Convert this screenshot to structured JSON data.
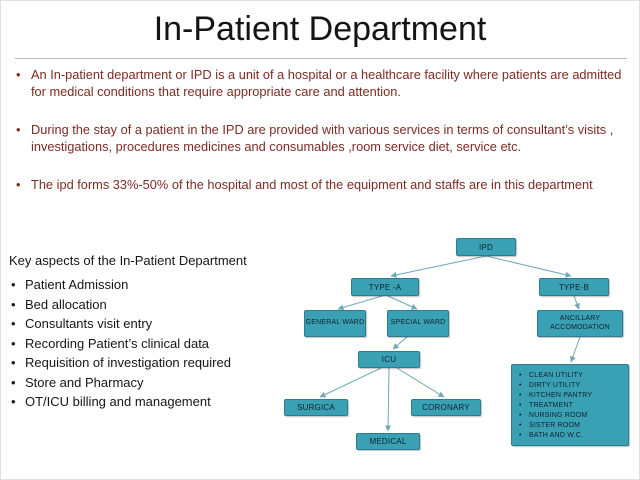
{
  "slide": {
    "title": "In-Patient Department",
    "intro_bullets": [
      "An In-patient department or IPD is a unit of a hospital or a healthcare facility where patients are admitted for medical conditions that require appropriate care and attention.",
      "During the stay of a patient in the IPD are provided with various services in terms of consultant’s visits , investigations, procedures medicines and consumables ,room service diet, service etc.",
      "The ipd forms 33%-50% of the hospital and most of the equipment and staffs are in this department"
    ],
    "key_aspects_heading": "Key aspects of the In-Patient Department",
    "key_aspects": [
      "Patient Admission",
      "Bed allocation",
      "Consultants visit entry",
      "Recording Patient’s clinical data",
      "Requisition of investigation required",
      "Store and Pharmacy",
      "OT/ICU billing and management"
    ],
    "bullet_char": "•"
  },
  "diagram": {
    "nodes": {
      "ipd": "IPD",
      "type_a": "TYPE -A",
      "type_b": "TYPE-B",
      "general_ward": "GENERAL WARD",
      "special_ward": "SPECIAL WARD",
      "ancillary": "ANCILLARY ACCOMODATION",
      "icu": "ICU",
      "surgical": "SURGICA",
      "coronary": "CORONARY",
      "medical": "MEDICAL"
    },
    "utility_items": [
      "CLEAN UTILITY",
      "DIRTY UTILITY",
      "KITCHEN PANTRY",
      "TREATMENT",
      "NURSING ROOM",
      "SISTER ROOM",
      "BATH AND W.C."
    ],
    "edges": [
      [
        "IPD",
        "TYPE -A"
      ],
      [
        "IPD",
        "TYPE-B"
      ],
      [
        "TYPE -A",
        "GENERAL WARD"
      ],
      [
        "TYPE -A",
        "SPECIAL WARD"
      ],
      [
        "SPECIAL WARD",
        "ICU"
      ],
      [
        "ICU",
        "SURGICA"
      ],
      [
        "ICU",
        "CORONARY"
      ],
      [
        "ICU",
        "MEDICAL"
      ],
      [
        "TYPE-B",
        "ANCILLARY ACCOMODATION"
      ],
      [
        "ANCILLARY ACCOMODATION",
        "utility-list"
      ]
    ],
    "colors": {
      "node_fill": "#3aa0b4",
      "node_border": "#2e7d8e",
      "connector": "#6fa7b8",
      "intro_text": "#7d2b23"
    }
  }
}
